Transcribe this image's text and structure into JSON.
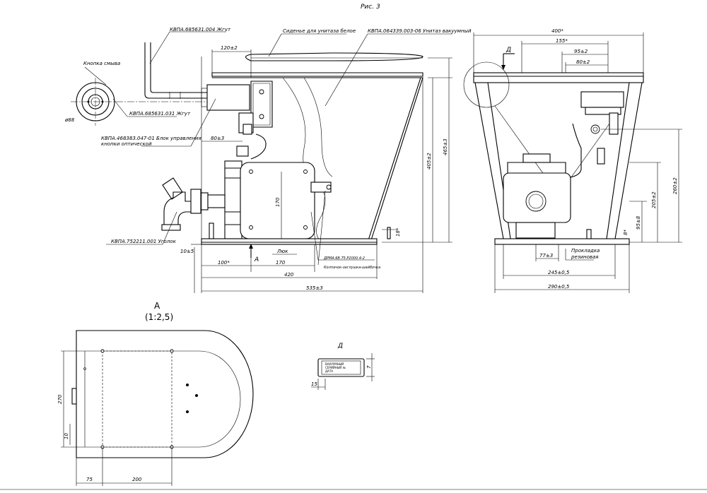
{
  "title": "Рис. 3",
  "callouts": {
    "harness_top": "КВПА.685631.004 Жгут",
    "seat": "Сиденье для унитаза белое",
    "toilet": "КВПА.064339.003-06 Унитаз вакуумный",
    "flush_button": "Кнопка смыва",
    "harness_side": "КВПА.685631.031 Жгут",
    "control_unit_line1": "КВПА.468383.047-01 Блок управления",
    "control_unit_line2": "кнопки оптической",
    "elbow": "КВПА.752211.001 Уголок",
    "hatch": "Люк",
    "cap": "ДРМА.6В.75.Р2000.4-2",
    "cap_note": "Колпачок-заглушка-шайбочка",
    "gasket_line1": "Прокладка",
    "gasket_line2": "резиновая"
  },
  "dims_front": {
    "top_120": "120±2",
    "dia_88": "ø88",
    "d80": "80±3",
    "h170": "170",
    "h405": "405±2",
    "h465": "465±3",
    "h18": "18*",
    "d10": "10±5",
    "d100": "100*",
    "d170": "170",
    "d420": "420",
    "d535": "535±3",
    "arrow_a": "А"
  },
  "dims_side": {
    "w400": "400*",
    "d155": "155*",
    "d95": "95±2",
    "d80": "80±2",
    "h260": "260±2",
    "h205": "205±2",
    "h95": "95±8",
    "h8": "8*",
    "d77": "77±3",
    "d245": "245±0,5",
    "d290": "290±0,5",
    "view_d": "Д"
  },
  "view_a": {
    "label": "А",
    "scale": "(1:2,5)",
    "d270": "270",
    "d10": "10",
    "d75": "75",
    "d200": "200"
  },
  "view_d": {
    "label": "Д",
    "d7": "7",
    "d15": "15",
    "plate_line1": "ВАКУУМНЫЙ",
    "plate_line2": "СЕРИЙНЫЙ №",
    "plate_line3": "ДАТА"
  }
}
